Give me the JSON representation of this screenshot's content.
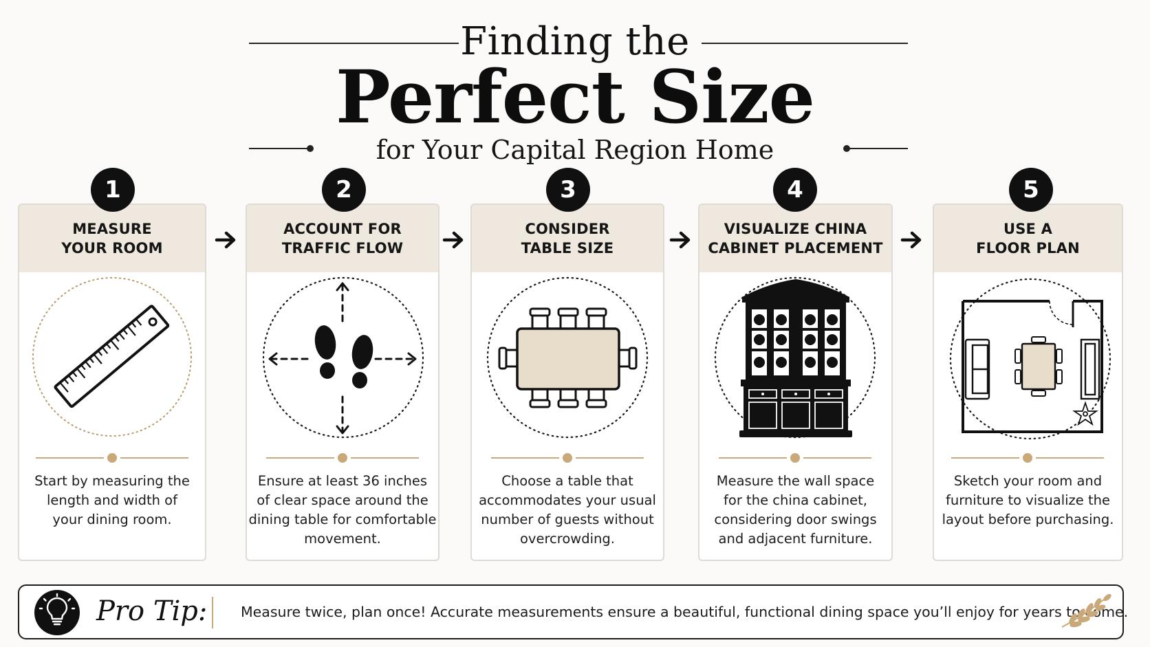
{
  "header": {
    "line1": "Finding the",
    "line2": "Perfect Size",
    "line3": "for Your Capital Region Home"
  },
  "steps": [
    {
      "number": "1",
      "title1": "MEASURE",
      "title2": "YOUR ROOM",
      "desc": [
        "Start by measuring the",
        "length and width of",
        "your dining room."
      ],
      "icon": "ruler-icon"
    },
    {
      "number": "2",
      "title1": "ACCOUNT FOR",
      "title2": "TRAFFIC FLOW",
      "desc": [
        "Ensure at least 36 inches",
        "of clear space around the",
        "dining table for comfortable",
        "movement."
      ],
      "icon": "footprints-icon"
    },
    {
      "number": "3",
      "title1": "CONSIDER",
      "title2": "TABLE SIZE",
      "desc": [
        "Choose a table that",
        "accommodates your usual",
        "number of guests without",
        "overcrowding."
      ],
      "icon": "dining-table-icon"
    },
    {
      "number": "4",
      "title1": "VISUALIZE CHINA",
      "title2": "CABINET PLACEMENT",
      "desc": [
        "Measure the wall space",
        "for the china cabinet,",
        "considering door swings",
        "and adjacent furniture."
      ],
      "icon": "china-cabinet-icon"
    },
    {
      "number": "5",
      "title1": "USE A",
      "title2": "FLOOR PLAN",
      "desc": [
        "Sketch your room and",
        "furniture to visualize the",
        "layout before purchasing."
      ],
      "icon": "floor-plan-icon"
    }
  ],
  "tip": {
    "label": "Pro Tip:",
    "text": "Measure twice, plan once! Accurate measurements ensure a beautiful, functional dining space you’ll enjoy for years to come.",
    "icon": "lightbulb-icon"
  },
  "colors": {
    "accent_gold": "#c9a97a",
    "card_header": "#efe8de",
    "ink": "#101010",
    "table_fill": "#e8dccb"
  }
}
